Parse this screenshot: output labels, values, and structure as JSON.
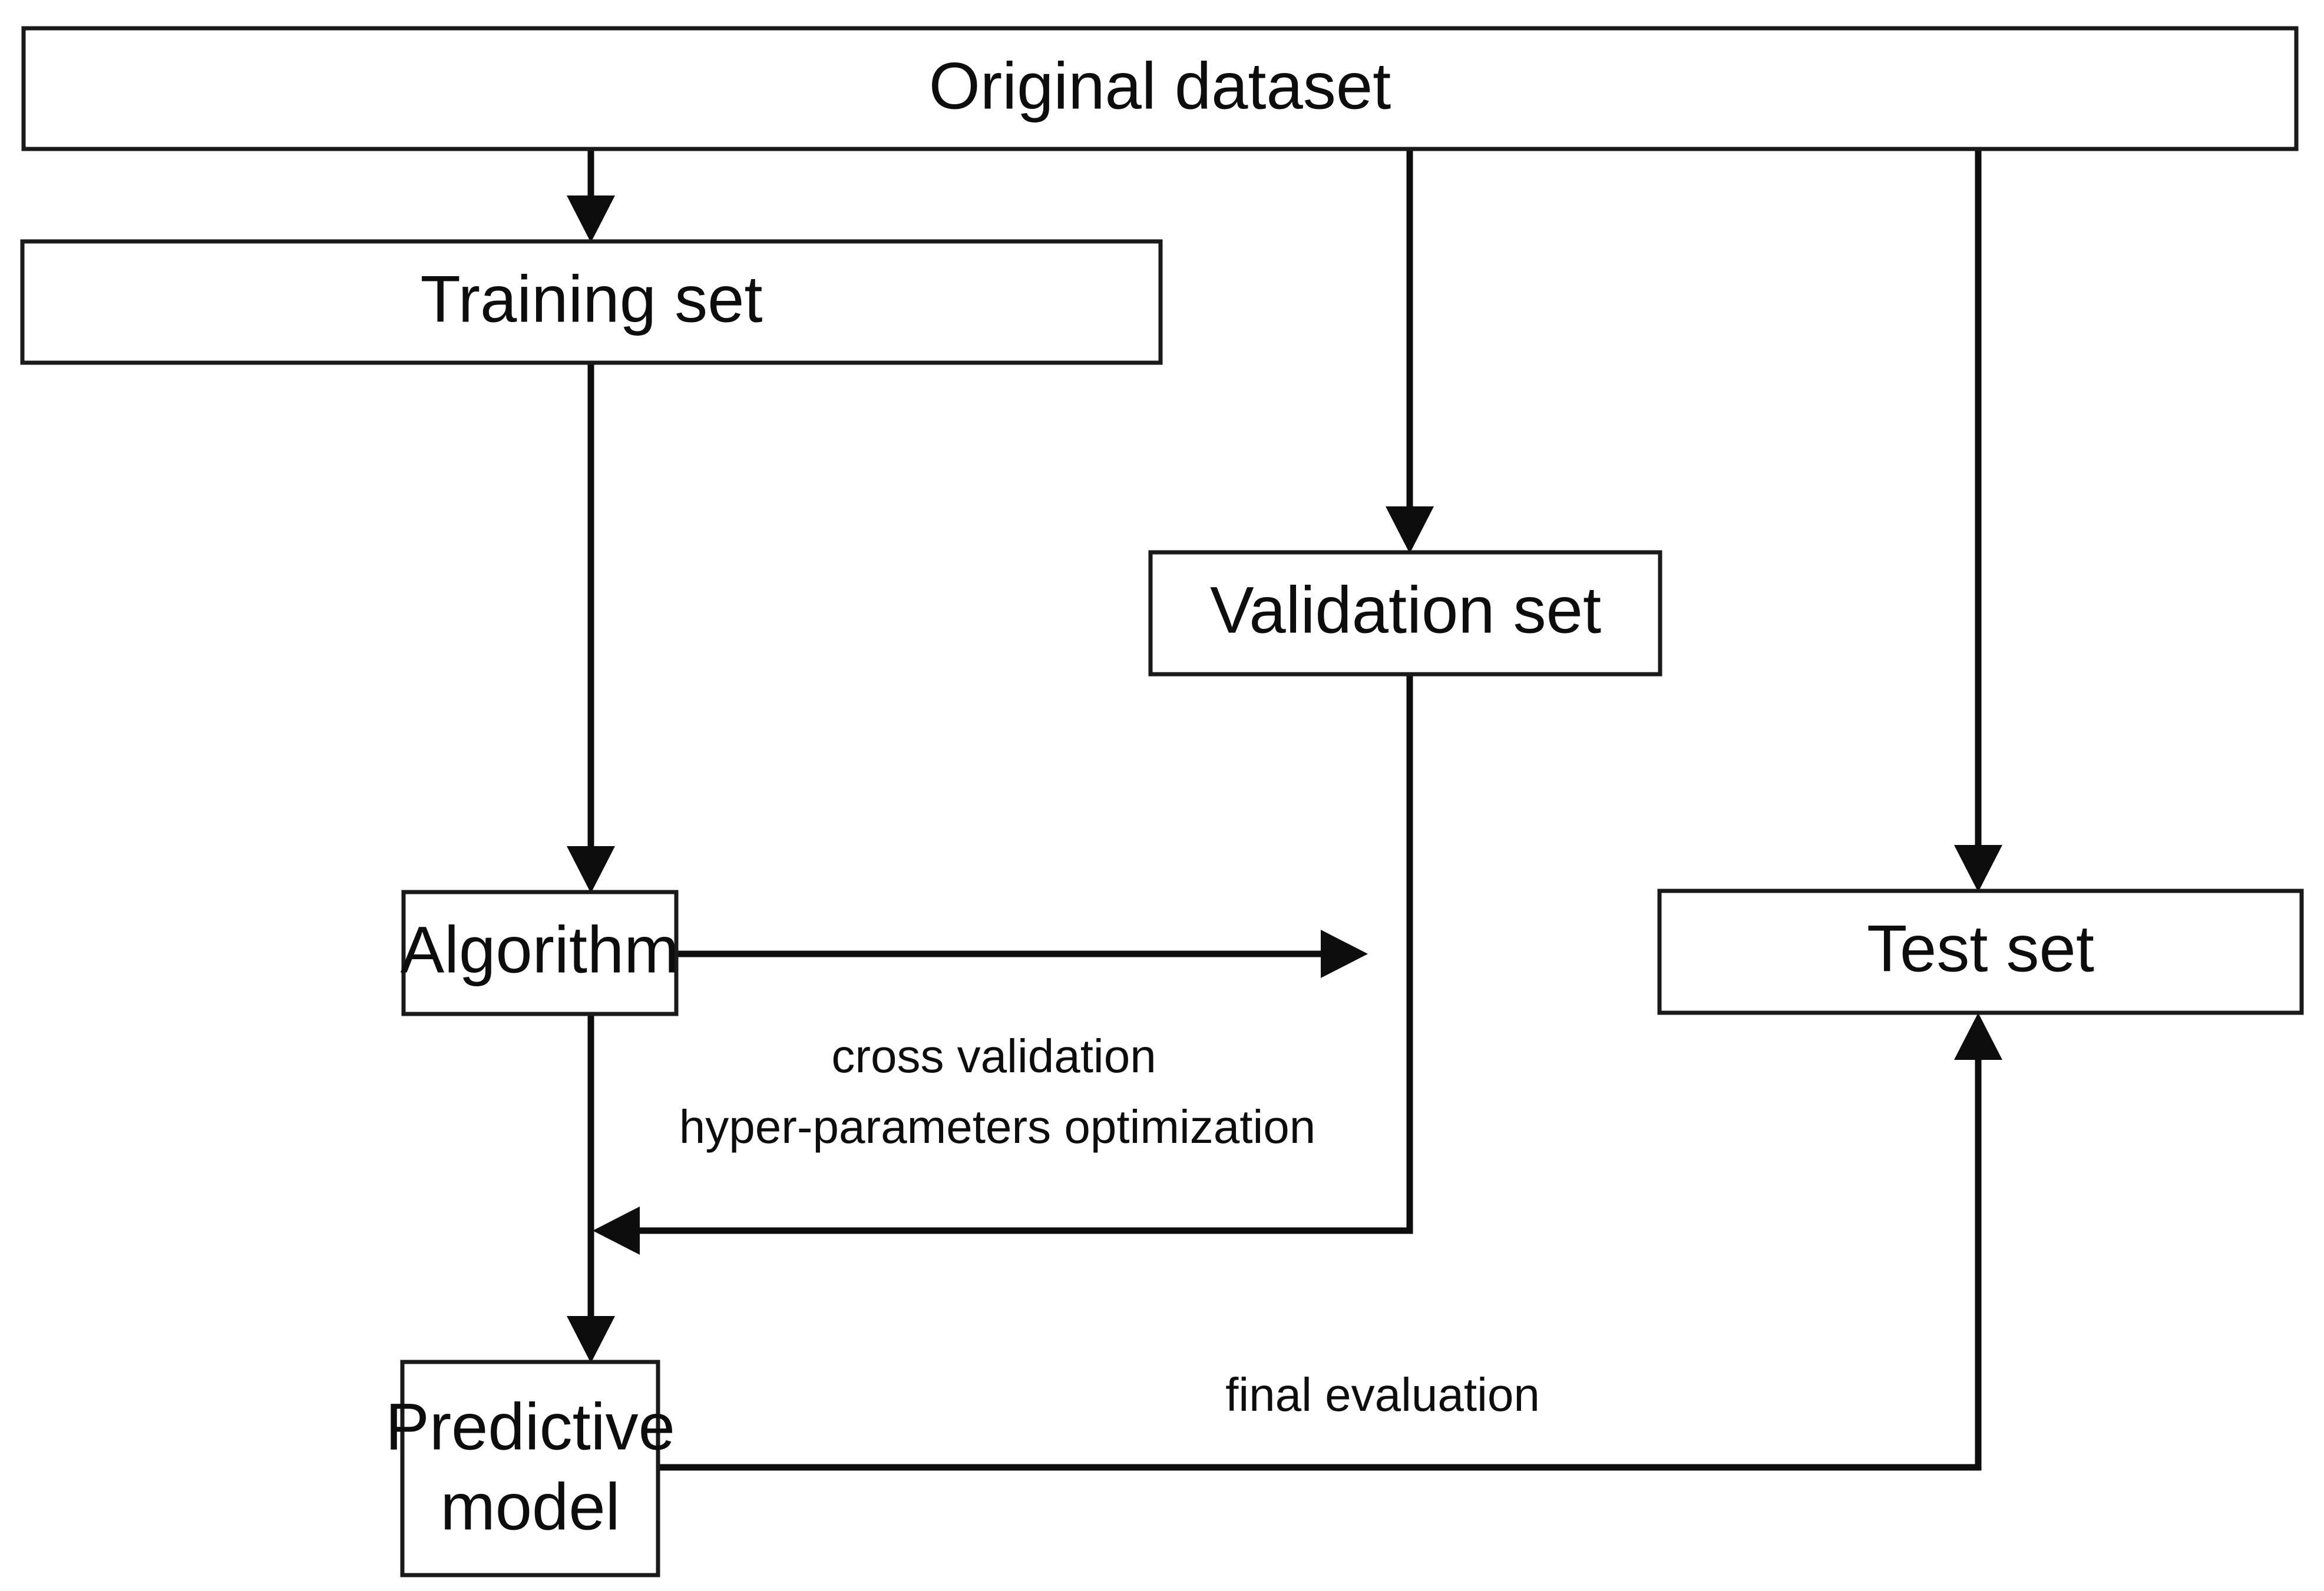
{
  "diagram": {
    "title": "Machine learning dataset split and evaluation workflow",
    "type": "flowchart",
    "background_color": "#ffffff",
    "line_color": "#0d0d0d",
    "box_fill_color": "#ffffff",
    "box_stroke_color": "#1a1a1a",
    "nodes": [
      {
        "id": "original_dataset",
        "label": "Original dataset"
      },
      {
        "id": "training_set",
        "label": "Training set"
      },
      {
        "id": "validation_set",
        "label": "Validation set"
      },
      {
        "id": "test_set",
        "label": "Test set"
      },
      {
        "id": "algorithm",
        "label": "Algorithm"
      },
      {
        "id": "predictive_model_line1",
        "label": "Predictive"
      },
      {
        "id": "predictive_model_line2",
        "label": "model"
      }
    ],
    "edge_labels": {
      "cross_validation": "cross validation",
      "hyper_parameters": "hyper-parameters optimization",
      "final_evaluation": "final evaluation"
    },
    "edges": [
      {
        "from": "original_dataset",
        "to": "training_set",
        "label": ""
      },
      {
        "from": "original_dataset",
        "to": "validation_set",
        "label": ""
      },
      {
        "from": "original_dataset",
        "to": "test_set",
        "label": ""
      },
      {
        "from": "training_set",
        "to": "algorithm",
        "label": ""
      },
      {
        "from": "algorithm",
        "to": "validation_set_channel",
        "label": "cross validation / hyper-parameters optimization"
      },
      {
        "from": "validation_set",
        "to": "algorithm_feedback",
        "label": "cross validation / hyper-parameters optimization"
      },
      {
        "from": "algorithm",
        "to": "predictive_model",
        "label": ""
      },
      {
        "from": "predictive_model",
        "to": "test_set",
        "label": "final evaluation"
      }
    ]
  }
}
